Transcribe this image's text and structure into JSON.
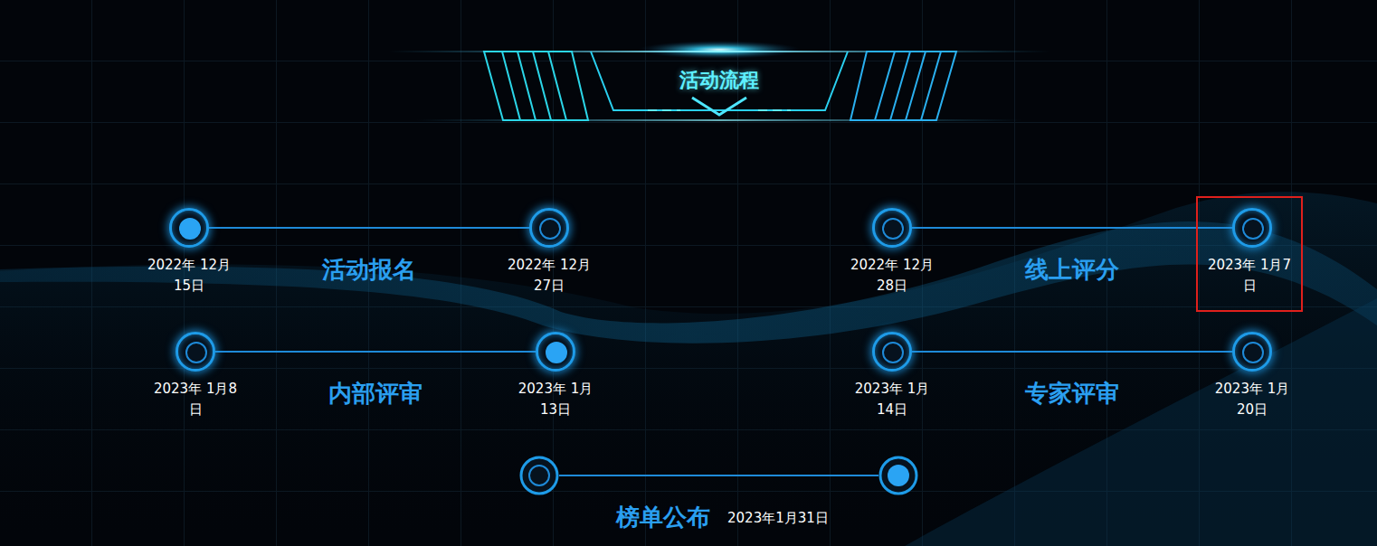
{
  "diagram": {
    "title": "活动流程",
    "nodes": [
      {
        "text": [
          "2022年 12月15日"
        ]
      },
      {
        "text": [
          "2022年 12月27日"
        ]
      },
      {
        "text": [
          "2022年 12月28日"
        ]
      },
      {
        "text": [
          "2023年 1月7日"
        ]
      },
      {
        "text": [
          "2023年 1月8日"
        ]
      },
      {
        "text": [
          "2023年 1月13日"
        ]
      },
      {
        "text": [
          "2023年 1月14日"
        ]
      },
      {
        "text": [
          "2023年 1月20日"
        ]
      }
    ],
    "edges": [
      {
        "from": 0,
        "to": 1,
        "arrow": "none",
        "label": "活动报名"
      },
      {
        "from": 2,
        "to": 3,
        "arrow": "none",
        "label": "线上评分"
      },
      {
        "from": 4,
        "to": 5,
        "arrow": "none",
        "label": "内部评审"
      },
      {
        "from": 6,
        "to": 7,
        "arrow": "none",
        "label": "专家评审"
      }
    ],
    "labels": [
      "榜单公布",
      "2023年1月31日"
    ]
  }
}
